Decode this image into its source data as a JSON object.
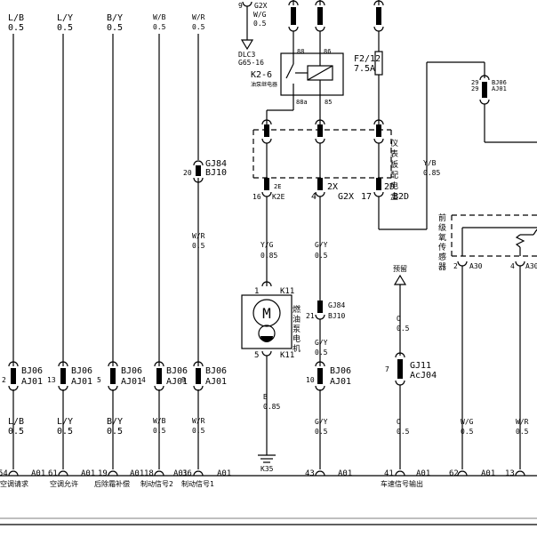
{
  "top_wires": [
    {
      "color": "L/B",
      "size": "0.5"
    },
    {
      "color": "L/Y",
      "size": "0.5"
    },
    {
      "color": "B/Y",
      "size": "0.5"
    },
    {
      "color": "W/B",
      "size": "0.5"
    },
    {
      "color": "W/R",
      "size": "0.5"
    }
  ],
  "bottom_wires": [
    {
      "color": "L/B",
      "size": "0.5"
    },
    {
      "color": "L/Y",
      "size": "0.5"
    },
    {
      "color": "B/Y",
      "size": "0.5"
    },
    {
      "color": "W/B",
      "size": "0.5"
    },
    {
      "color": "W/R",
      "size": "0.5"
    }
  ],
  "conn_bj06": {
    "top": "BJ06",
    "bottom": "AJ01"
  },
  "conn_bj06_pins": [
    "2",
    "13",
    "5",
    "4",
    "9"
  ],
  "gj84_mid": {
    "label": "GJ84",
    "pin": "20",
    "sub": "BJ10"
  },
  "wr_mid": {
    "color": "W/R",
    "size": "0.5"
  },
  "dlc": {
    "pin": "9",
    "g2x": "G2X",
    "wire": "W/G",
    "wire_size": "0.5",
    "name": "DLC3",
    "code": "G65-16"
  },
  "relay": {
    "name": "K2-6",
    "desc": "油泵继电器",
    "pin88": "88",
    "pin86": "86",
    "pin88a": "88a",
    "pin85": "85"
  },
  "fuse": {
    "name": "F2/12",
    "rating": "7.5A"
  },
  "panel": {
    "label": "仪表板配电盒"
  },
  "panel_pins": [
    {
      "pin": "16",
      "cavity": "2E",
      "code": "K2E"
    },
    {
      "pin": "4",
      "cavity": "2X",
      "code": "G2X"
    },
    {
      "pin": "17",
      "cavity": "2D",
      "code": "B2D"
    }
  ],
  "yb_wire": {
    "color": "Y/B",
    "size": "0.85"
  },
  "bj06_right": {
    "pin1": "29",
    "pin2": "29",
    "top": "BJ06",
    "bottom": "AJ01"
  },
  "pump_wire_top": {
    "color": "Y/G",
    "size": "0.85"
  },
  "pump": {
    "symbol": "M",
    "name": "燃油泵电机",
    "pin1": "1",
    "code1": "K11",
    "pin5": "5",
    "code5": "K11"
  },
  "pump_wire_bot": {
    "color": "B",
    "size": "0.85"
  },
  "ground": {
    "code": "K35"
  },
  "gy_top": {
    "color": "G/Y",
    "size": "0.5"
  },
  "gj84_pump": {
    "label": "GJ84",
    "pin": "21",
    "sub": "BJ10"
  },
  "gy_mid": {
    "color": "G/Y",
    "size": "0.5"
  },
  "bj06_gy": {
    "pin": "10",
    "top": "BJ06",
    "bottom": "AJ01"
  },
  "gy_bot": {
    "color": "G/Y",
    "size": "0.5"
  },
  "reserve": {
    "label": "预留"
  },
  "o_top": {
    "color": "O",
    "size": "0.5"
  },
  "gj11": {
    "pin": "7",
    "label": "GJ11",
    "sub": "AcJ04"
  },
  "o_bot": {
    "color": "O",
    "size": "0.5"
  },
  "o2_sensor": {
    "label": "前级氧传感器",
    "pin2": "2",
    "code2": "A30",
    "pin4": "4",
    "code4": "A30"
  },
  "wg_bot": {
    "color": "W/G",
    "size": "0.5"
  },
  "wr_bot2": {
    "color": "W/R",
    "size": "0.5"
  },
  "ecu_pins": [
    {
      "pin": "54",
      "code": "A01",
      "label": "空调请求"
    },
    {
      "pin": "61",
      "code": "A01",
      "label": "空调允许"
    },
    {
      "pin": "19",
      "code": "A01",
      "label": "后除霜补偿"
    },
    {
      "pin": "18",
      "code": "A01",
      "label": "制动信号2"
    },
    {
      "pin": "36",
      "code": "A01",
      "label": "制动信号1"
    },
    {
      "pin": "43",
      "code": "A01",
      "label": ""
    },
    {
      "pin": "41",
      "code": "A01",
      "label": "车速信号输出"
    },
    {
      "pin": "62",
      "code": "A01",
      "label": ""
    },
    {
      "pin": "13",
      "code": "",
      "label": ""
    }
  ]
}
